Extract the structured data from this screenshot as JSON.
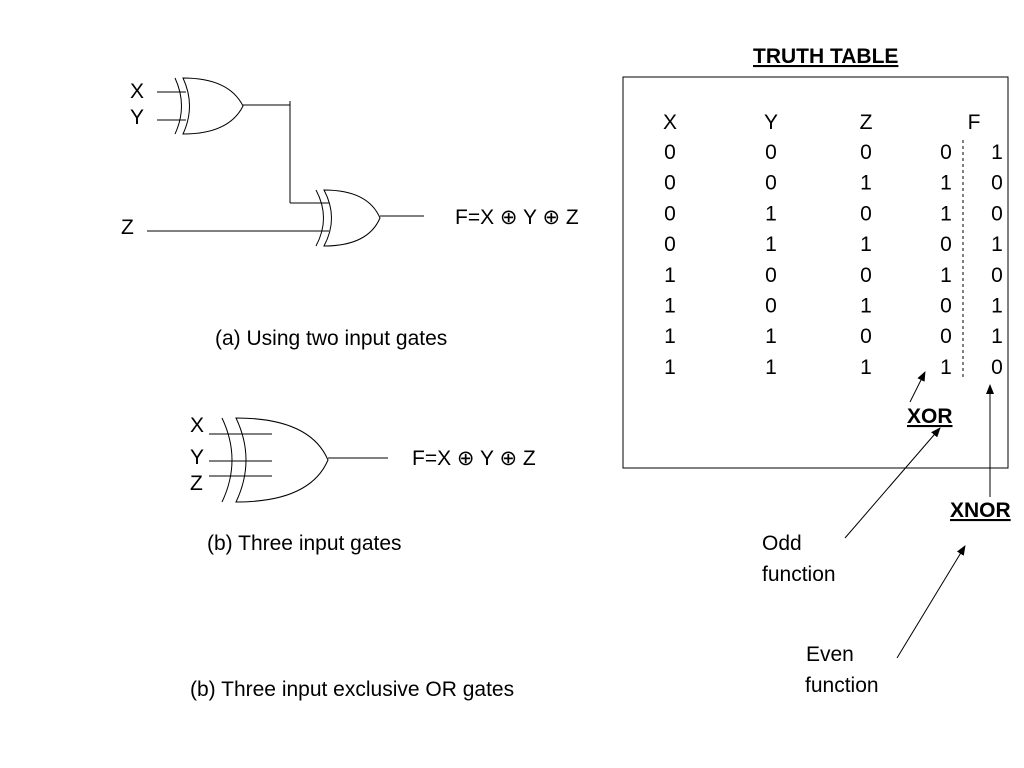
{
  "gate_a": {
    "input_1": "X",
    "input_2": "Y",
    "input_3": "Z",
    "output": "F=X ⊕ Y ⊕ Z",
    "caption": "(a) Using two input gates"
  },
  "gate_b": {
    "input_1": "X",
    "input_2": "Y",
    "input_3": "Z",
    "output": "F=X ⊕ Y ⊕ Z",
    "caption": "(b) Three  input gates"
  },
  "figure_caption": "(b) Three  input exclusive OR  gates",
  "truth_table": {
    "title": "TRUTH TABLE",
    "headers": [
      "X",
      "Y",
      "Z",
      "F"
    ],
    "rows": [
      [
        "0",
        "0",
        "0",
        "0",
        "1"
      ],
      [
        "0",
        "0",
        "1",
        "1",
        "0"
      ],
      [
        "0",
        "1",
        "0",
        "1",
        "0"
      ],
      [
        "0",
        "1",
        "1",
        "0",
        "1"
      ],
      [
        "1",
        "0",
        "0",
        "1",
        "0"
      ],
      [
        "1",
        "0",
        "1",
        "0",
        "1"
      ],
      [
        "1",
        "1",
        "0",
        "0",
        "1"
      ],
      [
        "1",
        "1",
        "1",
        "1",
        "0"
      ]
    ]
  },
  "annotations": {
    "xor_label": "XOR",
    "xnor_label": "XNOR",
    "odd_line1": "Odd",
    "odd_line2": "function",
    "even_line1": "Even",
    "even_line2": "function"
  }
}
